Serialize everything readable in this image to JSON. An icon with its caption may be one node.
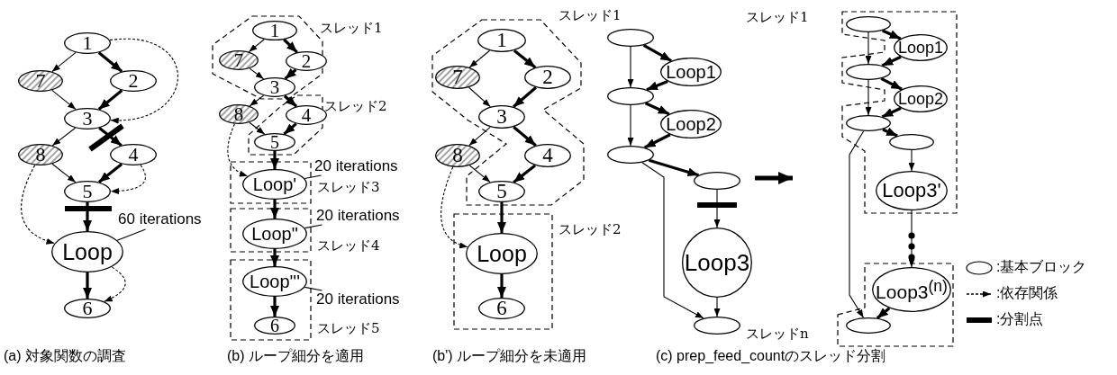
{
  "diagram": {
    "nodes": [
      {
        "text": [
          "1"
        ]
      },
      {
        "text": [
          "7"
        ]
      },
      {
        "text": [
          "2"
        ]
      },
      {
        "text": [
          "3"
        ]
      },
      {
        "text": [
          "8"
        ]
      },
      {
        "text": [
          "4"
        ]
      },
      {
        "text": [
          "5"
        ]
      },
      {
        "text": [
          "Loop"
        ]
      },
      {
        "text": [
          "6"
        ]
      },
      {
        "text": [
          "60 iterations"
        ]
      },
      {
        "text": [
          "1"
        ]
      },
      {
        "text": [
          "7"
        ]
      },
      {
        "text": [
          "2"
        ]
      },
      {
        "text": [
          "3"
        ]
      },
      {
        "text": [
          "8"
        ]
      },
      {
        "text": [
          "4"
        ]
      },
      {
        "text": [
          "5"
        ]
      },
      {
        "text": [
          "Loop'"
        ]
      },
      {
        "text": [
          "Loop\""
        ]
      },
      {
        "text": [
          "Loop'''"
        ]
      },
      {
        "text": [
          "6"
        ]
      },
      {
        "text": [
          "20 iterations"
        ]
      },
      {
        "text": [
          "20 iterations"
        ]
      },
      {
        "text": [
          "20 iterations"
        ]
      },
      {
        "text": [
          "1"
        ]
      },
      {
        "text": [
          "7"
        ]
      },
      {
        "text": [
          "2"
        ]
      },
      {
        "text": [
          "3"
        ]
      },
      {
        "text": [
          "8"
        ]
      },
      {
        "text": [
          "4"
        ]
      },
      {
        "text": [
          "5"
        ]
      },
      {
        "text": [
          "Loop"
        ]
      },
      {
        "text": [
          "6"
        ]
      },
      {
        "text": [],
        "shape": "ellipse"
      },
      {
        "text": [
          "Loop1"
        ]
      },
      {
        "text": [],
        "shape": "ellipse"
      },
      {
        "text": [
          "Loop2"
        ]
      },
      {
        "text": [],
        "shape": "ellipse"
      },
      {
        "text": [],
        "shape": "ellipse"
      },
      {
        "text": [
          "Loop3"
        ]
      },
      {
        "text": [],
        "shape": "ellipse"
      },
      {
        "text": [],
        "shape": "ellipse"
      },
      {
        "text": [
          "Loop1"
        ]
      },
      {
        "text": [],
        "shape": "ellipse"
      },
      {
        "text": [
          "Loop2"
        ]
      },
      {
        "text": [],
        "shape": "ellipse"
      },
      {
        "text": [],
        "shape": "ellipse"
      },
      {
        "text": [
          "Loop3'"
        ]
      },
      {
        "text": [
          "Loop3$^{(n)}$"
        ]
      },
      {
        "text": [],
        "shape": "ellipse"
      }
    ],
    "edges": [
      {
        "from": 0,
        "to": 1,
        "arrow": "to"
      },
      {
        "from": 0,
        "to": 2,
        "arrow": "to",
        "style": "thick"
      },
      {
        "from": 1,
        "to": 3,
        "arrow": "to"
      },
      {
        "from": 2,
        "to": 3,
        "arrow": "to",
        "style": "thick"
      },
      {
        "from": 3,
        "to": 4,
        "arrow": "to"
      },
      {
        "from": 3,
        "to": 5,
        "arrow": "to",
        "style": "thick"
      },
      {
        "from": 4,
        "to": 6,
        "arrow": "to"
      },
      {
        "from": 5,
        "to": 6,
        "arrow": "to",
        "style": "thick"
      },
      {
        "from": 6,
        "to": 7,
        "arrow": "to",
        "style": "thick"
      },
      {
        "from": 7,
        "to": 8,
        "arrow": "to",
        "style": "thick"
      },
      {
        "from": 0,
        "to": 3,
        "arrow": "to",
        "style": "dashed"
      },
      {
        "from": 5,
        "to": 6,
        "arrow": "to",
        "style": "dashed"
      },
      {
        "from": 4,
        "to": 7,
        "arrow": "to",
        "style": "dashed"
      },
      {
        "from": 7,
        "to": 8,
        "arrow": "to",
        "style": "dashed"
      },
      {
        "from": 9,
        "to": 7,
        "arrow": "none"
      },
      {
        "from": 10,
        "to": 11,
        "arrow": "to"
      },
      {
        "from": 10,
        "to": 12,
        "arrow": "to",
        "style": "thick"
      },
      {
        "from": 11,
        "to": 13,
        "arrow": "to"
      },
      {
        "from": 12,
        "to": 13,
        "arrow": "to",
        "style": "thick"
      },
      {
        "from": 13,
        "to": 14,
        "arrow": "to"
      },
      {
        "from": 13,
        "to": 15,
        "arrow": "to",
        "style": "thick"
      },
      {
        "from": 14,
        "to": 16,
        "arrow": "to"
      },
      {
        "from": 15,
        "to": 16,
        "arrow": "to",
        "style": "thick"
      },
      {
        "from": 16,
        "to": 17,
        "arrow": "to",
        "style": "thick"
      },
      {
        "from": 17,
        "to": 18,
        "arrow": "to",
        "style": "thick"
      },
      {
        "from": 18,
        "to": 19,
        "arrow": "to",
        "style": "thick"
      },
      {
        "from": 19,
        "to": 20,
        "arrow": "to",
        "style": "thick"
      },
      {
        "from": 14,
        "to": 17,
        "arrow": "to",
        "style": "dashed"
      },
      {
        "from": 21,
        "to": 17,
        "arrow": "none"
      },
      {
        "from": 22,
        "to": 18,
        "arrow": "none"
      },
      {
        "from": 23,
        "to": 19,
        "arrow": "none"
      },
      {
        "from": 24,
        "to": 25,
        "arrow": "to"
      },
      {
        "from": 24,
        "to": 26,
        "arrow": "to",
        "style": "thick"
      },
      {
        "from": 25,
        "to": 27,
        "arrow": "to"
      },
      {
        "from": 26,
        "to": 27,
        "arrow": "to",
        "style": "thick"
      },
      {
        "from": 27,
        "to": 28,
        "arrow": "to"
      },
      {
        "from": 27,
        "to": 29,
        "arrow": "to",
        "style": "thick"
      },
      {
        "from": 28,
        "to": 30,
        "arrow": "to"
      },
      {
        "from": 29,
        "to": 30,
        "arrow": "to",
        "style": "thick"
      },
      {
        "from": 30,
        "to": 31,
        "arrow": "to",
        "style": "thick"
      },
      {
        "from": 31,
        "to": 32,
        "arrow": "to",
        "style": "thick"
      },
      {
        "from": 28,
        "to": 31,
        "arrow": "to",
        "style": "dashed"
      },
      {
        "from": 33,
        "to": 34,
        "arrow": "to",
        "style": "thick"
      },
      {
        "from": 33,
        "to": 35,
        "arrow": "to"
      },
      {
        "from": 34,
        "to": 35,
        "arrow": "to",
        "style": "thick"
      },
      {
        "from": 35,
        "to": 36,
        "arrow": "to",
        "style": "thick"
      },
      {
        "from": 35,
        "to": 37,
        "arrow": "to"
      },
      {
        "from": 36,
        "to": 37,
        "arrow": "to",
        "style": "thick"
      },
      {
        "from": 37,
        "to": 38,
        "arrow": "to",
        "style": "thick"
      },
      {
        "from": 38,
        "to": 39,
        "arrow": "to"
      },
      {
        "from": 39,
        "to": 40,
        "arrow": "to"
      },
      {
        "from": 37,
        "to": 40,
        "arrow": "to"
      },
      {
        "from": 41,
        "to": 42,
        "arrow": "to",
        "style": "thick"
      },
      {
        "from": 41,
        "to": 43,
        "arrow": "to"
      },
      {
        "from": 42,
        "to": 43,
        "arrow": "to",
        "style": "thick"
      },
      {
        "from": 43,
        "to": 44,
        "arrow": "to",
        "style": "thick"
      },
      {
        "from": 43,
        "to": 45,
        "arrow": "to"
      },
      {
        "from": 44,
        "to": 45,
        "arrow": "to",
        "style": "thick"
      },
      {
        "from": 45,
        "to": 46,
        "arrow": "to",
        "style": "thick"
      },
      {
        "from": 46,
        "to": 47,
        "arrow": "to"
      },
      {
        "from": 47,
        "to": 48,
        "arrow": "to"
      },
      {
        "from": 48,
        "to": 49,
        "arrow": "to",
        "style": "thick"
      },
      {
        "from": 45,
        "to": 49,
        "arrow": "to"
      }
    ],
    "labels": [
      "スレッド1",
      "スレッド2",
      "スレッド3",
      "スレッド4",
      "スレッド5",
      "スレッド1",
      "スレッド2",
      "スレッド1",
      "スレッドn",
      "(a) 対象関数の調査",
      "(b) ループ細分を適用",
      "(b') ループ細分を未適用",
      "(c) prep_feed_countのスレッド分割"
    ],
    "legend": [
      {
        "text": ":基本ブロック"
      },
      {
        "text": ":依存関係"
      },
      {
        "text": ":分割点"
      }
    ]
  }
}
